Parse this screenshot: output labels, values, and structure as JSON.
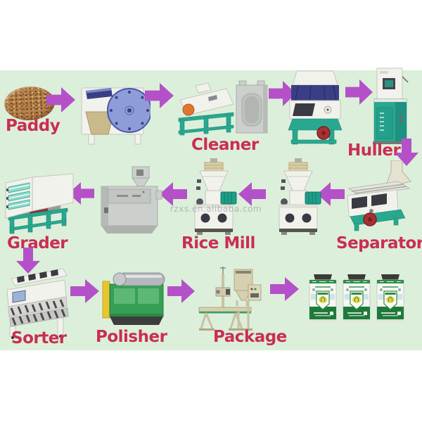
{
  "diagram": {
    "watermark": "rzxs.en.alibaba.com",
    "stages": [
      {
        "name": "paddy",
        "label": "Paddy"
      },
      {
        "name": "cleaner",
        "label": "Cleaner"
      },
      {
        "name": "huller",
        "label": "Huller"
      },
      {
        "name": "separator",
        "label": "Separator"
      },
      {
        "name": "rice-mill",
        "label": "Rice Mill"
      },
      {
        "name": "grader",
        "label": "Grader"
      },
      {
        "name": "sorter",
        "label": "Sorter"
      },
      {
        "name": "polisher",
        "label": "Polisher"
      },
      {
        "name": "package",
        "label": "Package"
      }
    ]
  },
  "colors": {
    "canvas": "#dcefdb",
    "arrow": "#b551c8",
    "label": "#ca2e52",
    "watermark": "#8aa096",
    "machinewhite": "#f2f2ec",
    "teal": "#29a890",
    "navy": "#3a3f85",
    "drumblue": "#8e9cd8",
    "tan": "#c9ba8e",
    "wheelred": "#a83232",
    "gray": "#ccd0cc",
    "polishergreen": "#35a055",
    "polisheryellow": "#e8c430",
    "baggreen": "#1e7a3a",
    "beige": "#d6d0b0"
  }
}
